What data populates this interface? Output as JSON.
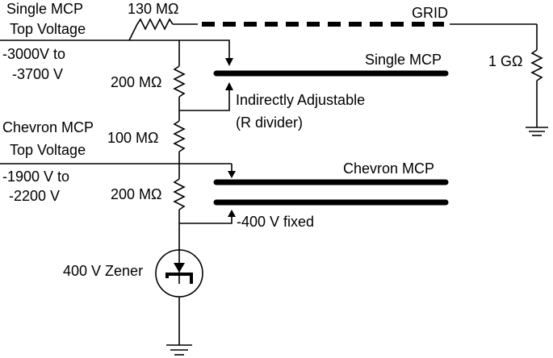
{
  "labels": {
    "single_mcp_top_line1": "Single MCP",
    "single_mcp_top_line2": "Top Voltage",
    "single_range_line1": "-3000V to",
    "single_range_line2": "-3700 V",
    "r_130m": "130 MΩ",
    "grid": "GRID",
    "r_1g": "1 GΩ",
    "single_mcp_plate": "Single MCP",
    "r_200m_top": "200 MΩ",
    "indirect_line1": "Indirectly Adjustable",
    "indirect_line2": "(R divider)",
    "r_100m": "100 MΩ",
    "chevron_top_line1": "Chevron MCP",
    "chevron_top_line2": "Top Voltage",
    "chevron_range_line1": "-1900 V to",
    "chevron_range_line2": "-2200 V",
    "chevron_mcp_plate": "Chevron MCP",
    "r_200m_bottom": "200 MΩ",
    "fixed_400": "-400 V fixed",
    "zener": "400 V Zener"
  },
  "colors": {
    "stroke": "#000000",
    "background": "#ffffff"
  }
}
